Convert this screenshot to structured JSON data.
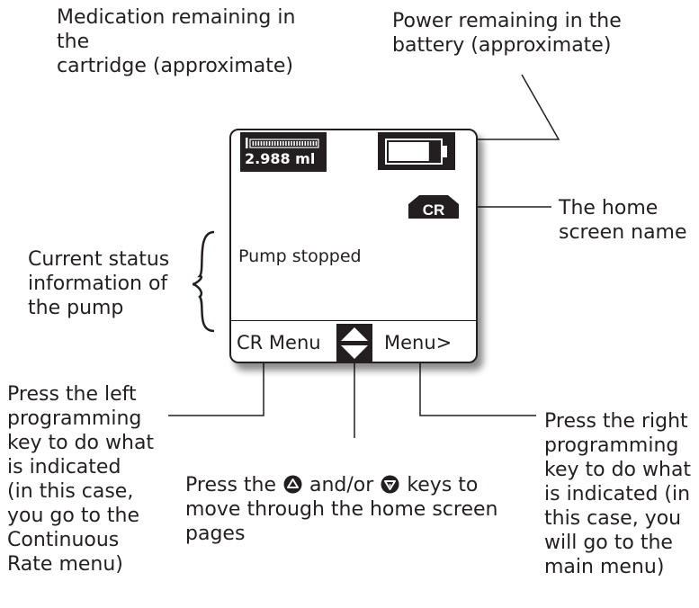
{
  "callouts": {
    "medication": "Medication remaining in the\ncartridge (approximate)",
    "power": "Power remaining in the\nbattery (approximate)",
    "home_name": "The home\nscreen name",
    "status": "Current status\ninformation of\nthe pump",
    "left_key": "Press the left\nprogramming\nkey to do what\nis indicated\n(in this case,\nyou go to the\nContinuous\nRate menu)",
    "right_key": "Press the right\nprogramming\nkey to do what\nis indicated (in\nthis case, you\nwill go to the\nmain menu)",
    "arrows": {
      "prefix": "Press the",
      "middle": "and/or",
      "suffix": "keys to\nmove through the home screen\npages",
      "up_icon": "up-arrow-key-icon",
      "down_icon": "down-arrow-key-icon"
    }
  },
  "screen": {
    "cartridge_volume": "2.988 ml",
    "cartridge_icon": "cartridge-gauge-icon",
    "battery_level": 0.8,
    "battery_icon": "battery-icon",
    "home_screen_name": "CR",
    "status_text": "Pump stopped",
    "left_softkey": "CR Menu",
    "scroll_icon": "up-down-scroll-icon",
    "right_softkey": "Menu>"
  },
  "colors": {
    "ink": "#231f20",
    "background": "#ffffff"
  }
}
